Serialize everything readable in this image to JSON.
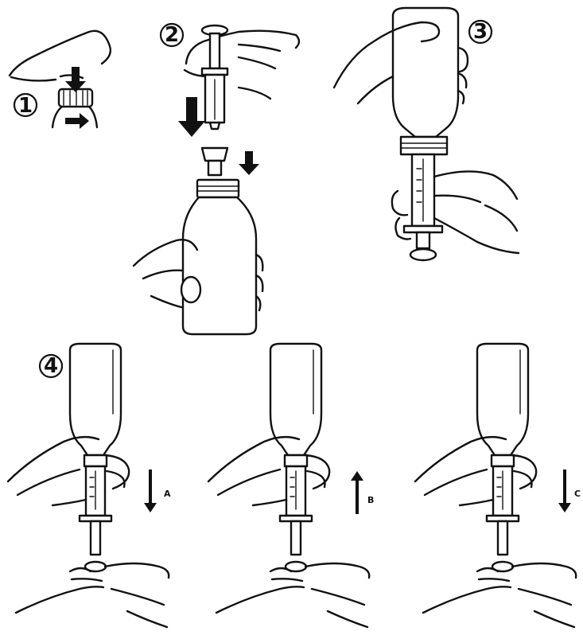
{
  "steps": [
    {
      "number": "①",
      "icon": "push-and-turn-cap"
    },
    {
      "number": "②",
      "icon": "insert-syringe-adapter"
    },
    {
      "number": "③",
      "icon": "invert-bottle-with-syringe"
    },
    {
      "number": "④",
      "icon": "withdraw-dose"
    }
  ],
  "sub_steps": [
    {
      "label": "A",
      "arrow": "down"
    },
    {
      "label": "B",
      "arrow": "up"
    },
    {
      "label": "C",
      "arrow": "down"
    }
  ]
}
